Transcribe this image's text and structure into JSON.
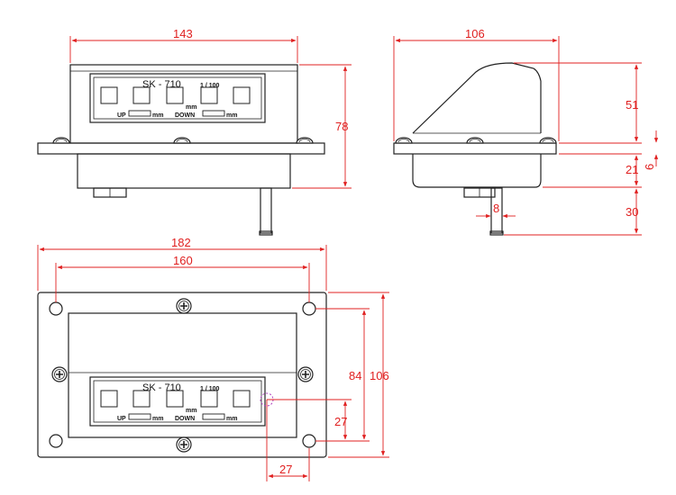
{
  "colors": {
    "dimension": "#e02020",
    "outline": "#222222",
    "background": "#ffffff"
  },
  "panel": {
    "model": "SK - 710",
    "resolution": "1 / 100",
    "unit": "mm",
    "up_label": "UP",
    "down_label": "DOWN"
  },
  "dimensions": {
    "front_width": "143",
    "front_height": "78",
    "side_width": "106",
    "side_top_height": "51",
    "side_flange_thickness": "6",
    "side_body_height": "21",
    "side_shaft_length": "30",
    "shaft_diameter": "8",
    "bottom_outer_width": "182",
    "bottom_hole_spacing": "160",
    "bottom_hole_height": "84",
    "bottom_outer_height": "106",
    "bottom_offset_vertical": "27",
    "bottom_offset_horizontal": "27"
  }
}
